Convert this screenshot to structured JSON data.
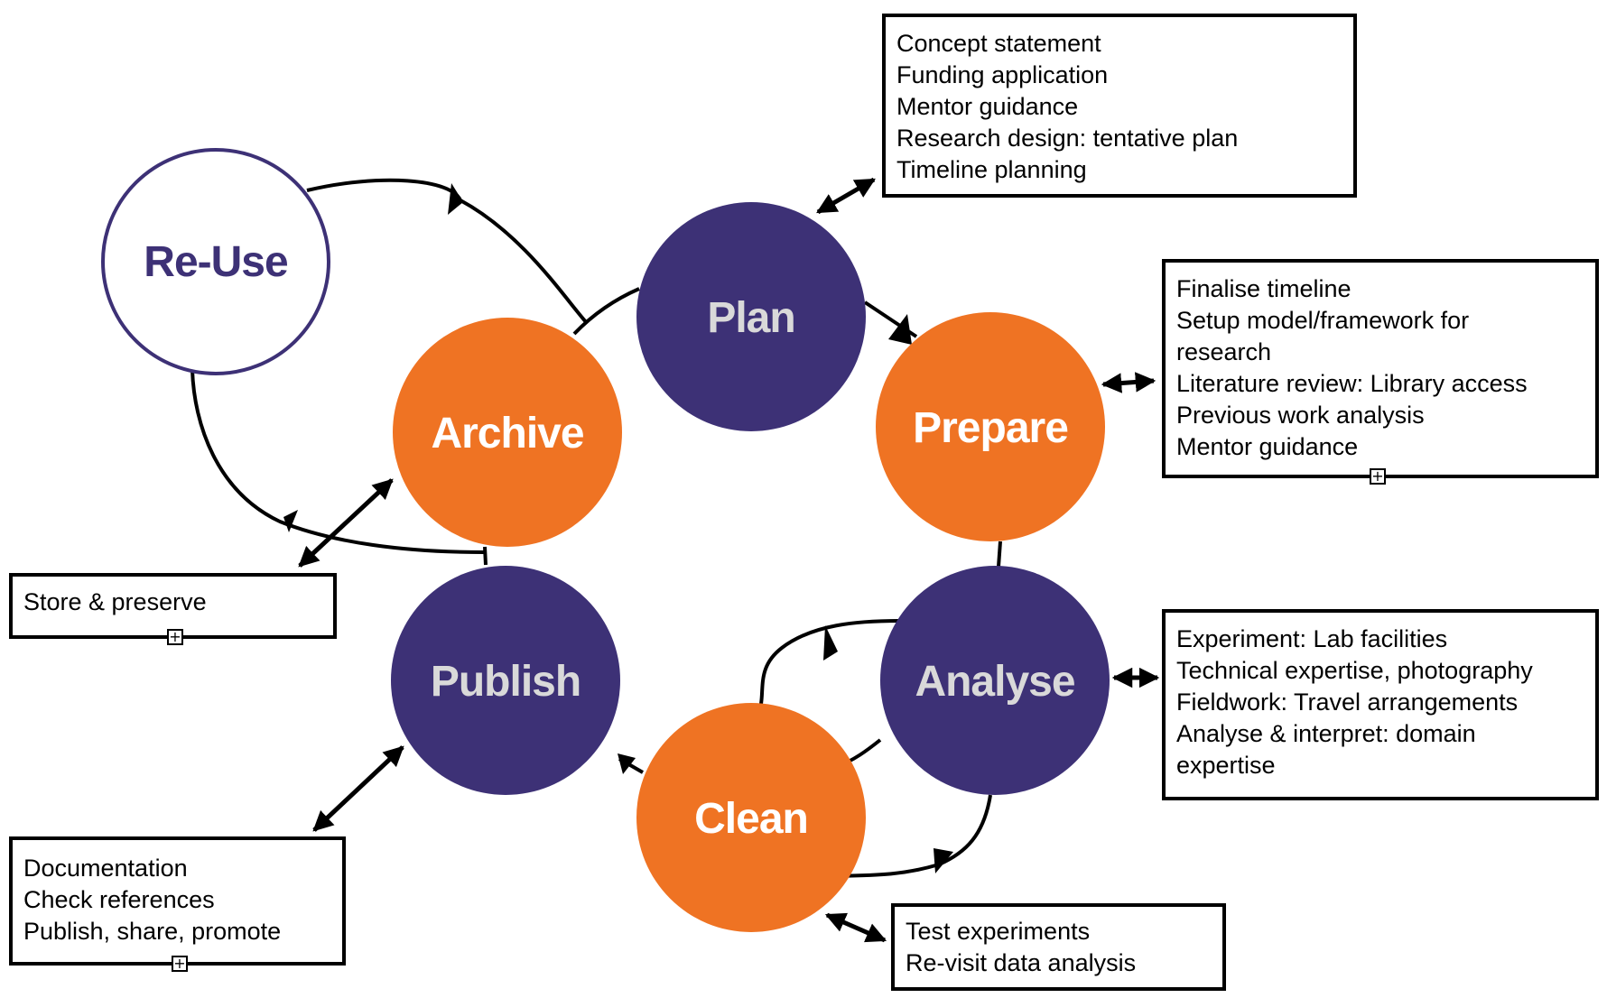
{
  "diagram": {
    "type": "research-lifecycle",
    "colors": {
      "purple": "#3d3176",
      "orange": "#ef7323",
      "light_text": "#d9d9d9",
      "white_text": "#ffffff",
      "line": "#000000"
    },
    "nodes": {
      "reuse": "Re-Use",
      "plan": "Plan",
      "prepare": "Prepare",
      "analyse": "Analyse",
      "clean": "Clean",
      "publish": "Publish",
      "archive": "Archive"
    },
    "boxes": {
      "plan": [
        "Concept statement",
        "Funding application",
        "Mentor guidance",
        "Research design: tentative plan",
        "Timeline planning"
      ],
      "prepare": [
        "Finalise timeline",
        "Setup model/framework for",
        "research",
        "Literature review: Library access",
        "Previous work analysis",
        "Mentor guidance"
      ],
      "analyse": [
        "Experiment: Lab facilities",
        "Technical expertise, photography",
        "Fieldwork: Travel arrangements",
        "Analyse & interpret: domain",
        "expertise"
      ],
      "clean": [
        "Test experiments",
        "Re-visit data analysis"
      ],
      "publish": [
        "Documentation",
        "Check references",
        "Publish, share, promote"
      ],
      "archive": [
        "Store & preserve"
      ]
    },
    "expand_glyph": "⊞",
    "edges": [
      {
        "from": "Plan",
        "to": "Prepare"
      },
      {
        "from": "Prepare",
        "to": "Analyse"
      },
      {
        "from": "Analyse",
        "to": "Clean"
      },
      {
        "from": "Clean",
        "to": "Analyse"
      },
      {
        "from": "Clean",
        "to": "Publish"
      },
      {
        "from": "Publish",
        "to": "Archive"
      },
      {
        "from": "Archive",
        "to": "Re-Use"
      },
      {
        "from": "Re-Use",
        "to": "Plan"
      },
      {
        "from": "Archive",
        "to": "Plan"
      }
    ]
  }
}
